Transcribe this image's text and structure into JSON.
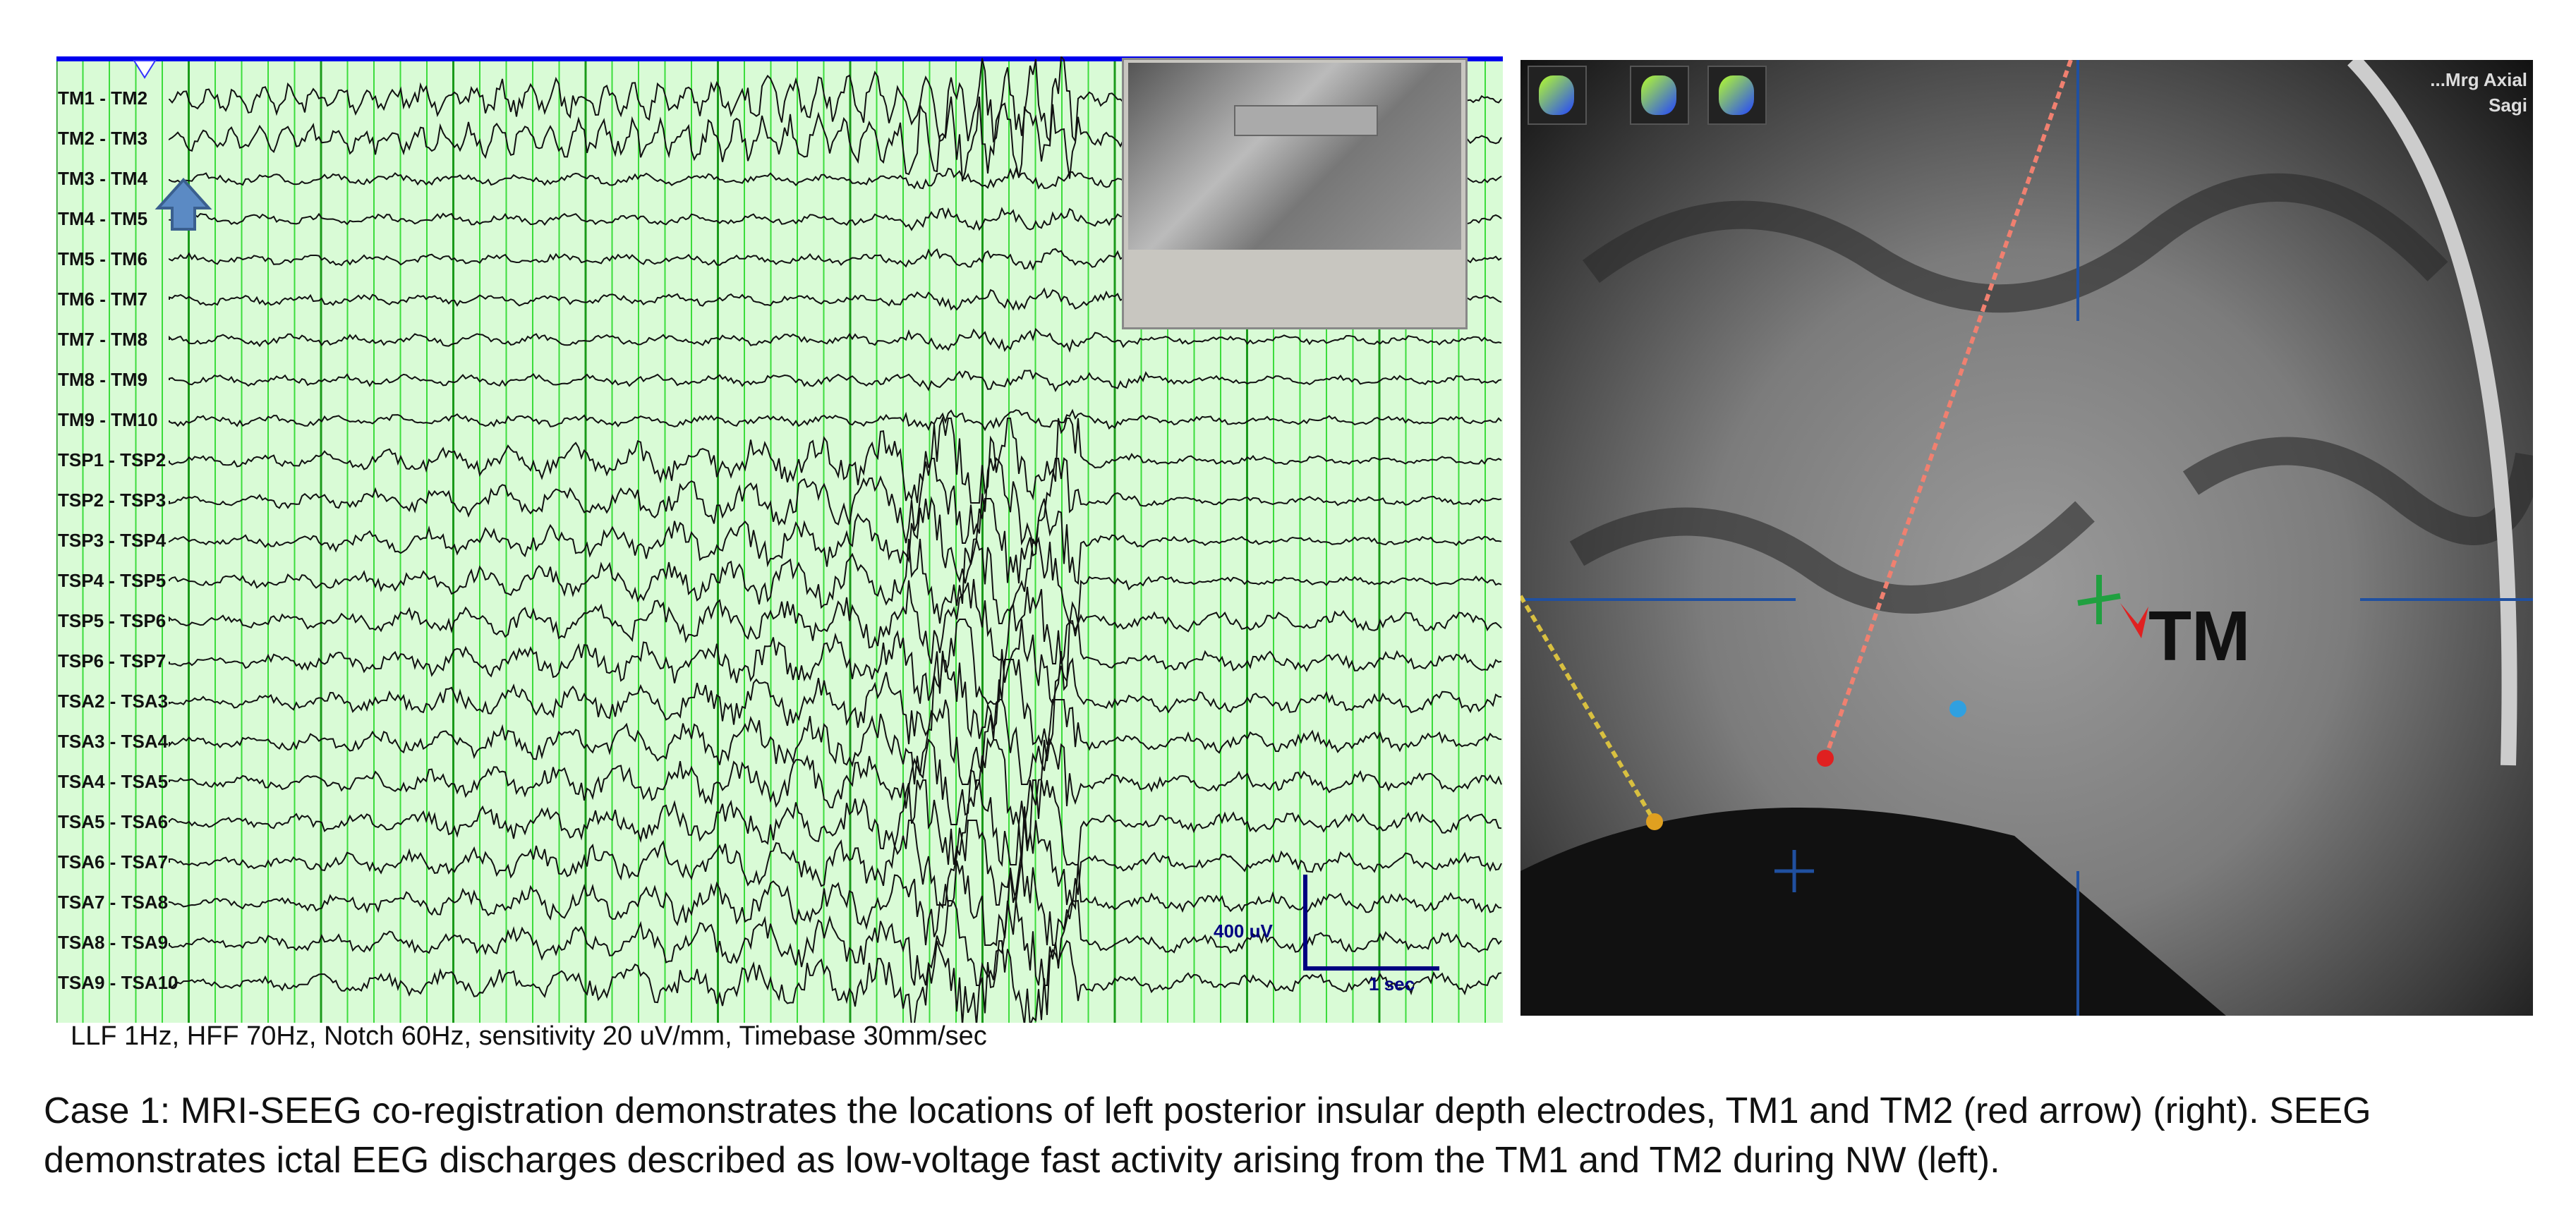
{
  "eeg": {
    "channels": [
      "TM1 - TM2",
      "TM2 - TM3",
      "TM3 - TM4",
      "TM4 - TM5",
      "TM5 - TM6",
      "TM6 - TM7",
      "TM7 - TM8",
      "TM8 - TM9",
      "TM9 - TM10",
      "TSP1 - TSP2",
      "TSP2 - TSP3",
      "TSP3 - TSP4",
      "TSP4 - TSP5",
      "TSP5 - TSP6",
      "TSP6 - TSP7",
      "TSA2 - TSA3",
      "TSA3 - TSA4",
      "TSA4 - TSA5",
      "TSA5 - TSA6",
      "TSA6 - TSA7",
      "TSA7 - TSA8",
      "TSA8 - TSA9",
      "TSA9 - TSA10"
    ],
    "scale_voltage": "400 uV",
    "scale_time": "1 sec",
    "colors": {
      "background": "#d9fbd6",
      "grid": "#3cdc3c",
      "top_bar": "#0000ee",
      "scale": "#000080",
      "arrow": "#5b8ac4"
    }
  },
  "settings_text": "LLF 1Hz, HFF 70Hz, Notch 60Hz, sensitivity 20 uV/mm, Timebase 30mm/sec",
  "mri": {
    "label": "TM",
    "orientation_lines": [
      "...Mrg Axial",
      "Sagi"
    ]
  },
  "caption": {
    "line1": "Case 1: MRI-SEEG co-registration demonstrates the locations of left posterior insular depth electrodes, TM1 and TM2 (red arrow) (right). SEEG",
    "line2": "demonstrates ictal EEG discharges described as low-voltage fast activity arising from the TM1 and TM2 during NW (left)."
  }
}
